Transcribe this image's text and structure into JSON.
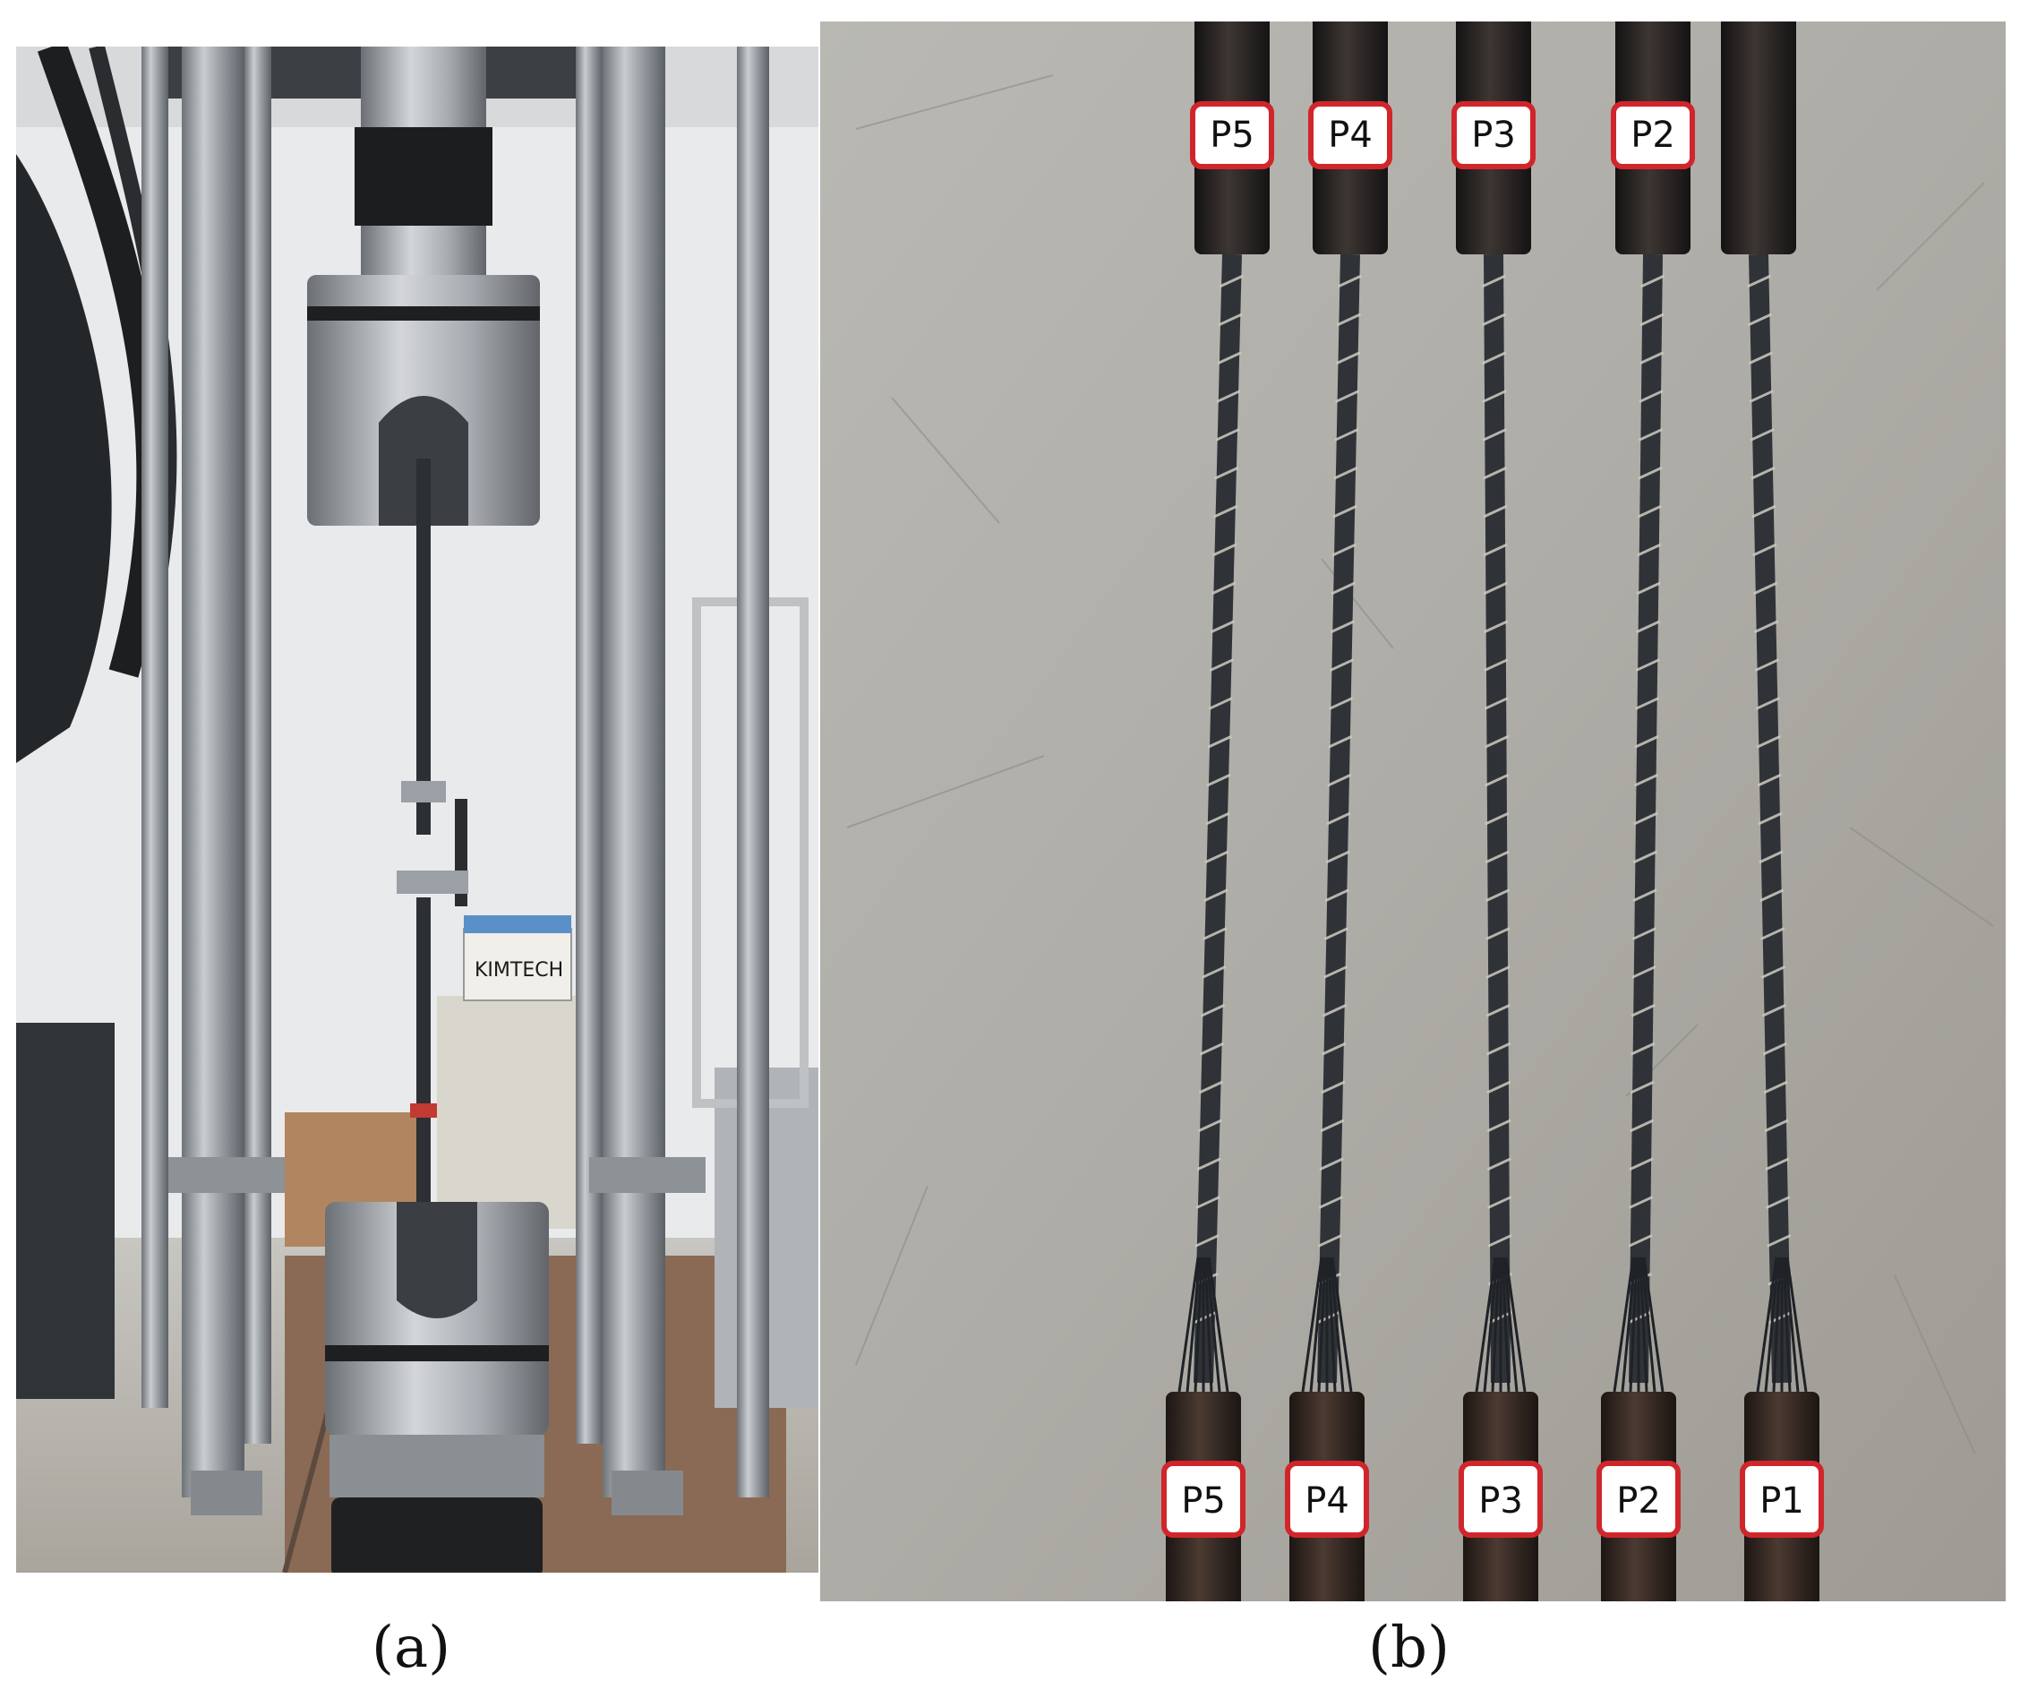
{
  "captions": {
    "a": "(a)",
    "b": "(b)"
  },
  "panel_a": {
    "box_brand": "KIMTECH"
  },
  "panel_b": {
    "top_labels": [
      "P5",
      "P4",
      "P3",
      "P2"
    ],
    "bottom_labels": [
      "P5",
      "P4",
      "P3",
      "P2",
      "P1"
    ]
  },
  "colors": {
    "wall": "#e9eaec",
    "steel": "#9ea3a8",
    "concrete": "#b4b2ac",
    "anchor_tube": "#2b2624",
    "rebar": "#3a3f45",
    "label_red": "#d0262b"
  }
}
